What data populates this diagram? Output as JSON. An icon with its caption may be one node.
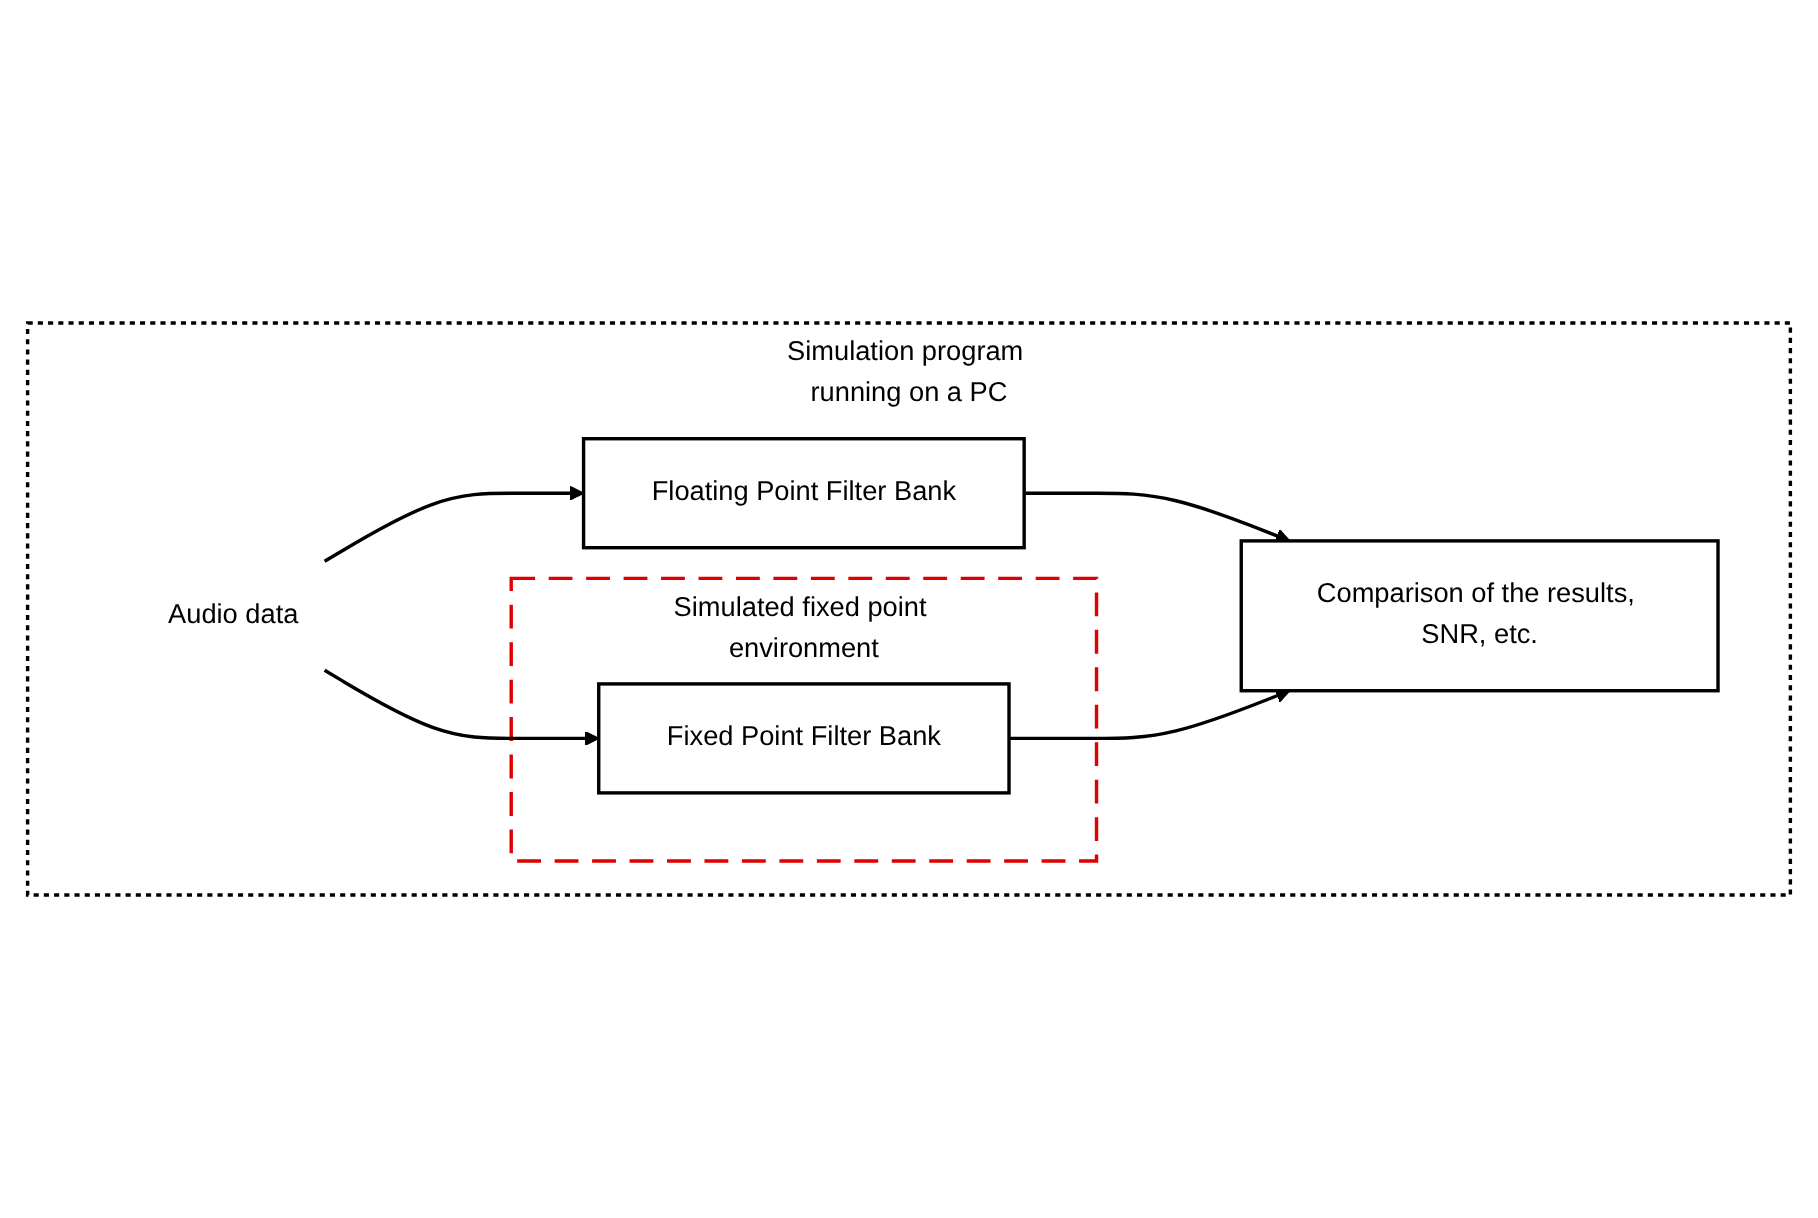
{
  "diagram": {
    "nodes": [
      {
        "text": [
          "Simulation program running on a PC"
        ]
      },
      {
        "text": [
          "Audio data"
        ],
        "in": 0
      },
      {
        "text": [
          "Floating Point Filter Bank"
        ],
        "in": 0
      },
      {
        "text": [
          "Simulated fixed point environment"
        ],
        "in": 0
      },
      {
        "text": [
          "Fixed Point Filter Bank"
        ],
        "in": 3
      },
      {
        "text": [
          "Comparison of the results, SNR, etc."
        ],
        "in": 0
      }
    ],
    "edges": [
      {
        "from": 1,
        "to": 2,
        "arrow": "to"
      },
      {
        "from": 1,
        "to": 4,
        "arrow": "to"
      },
      {
        "from": 2,
        "to": 5,
        "arrow": "to"
      },
      {
        "from": 4,
        "to": 5,
        "arrow": "to"
      }
    ]
  }
}
